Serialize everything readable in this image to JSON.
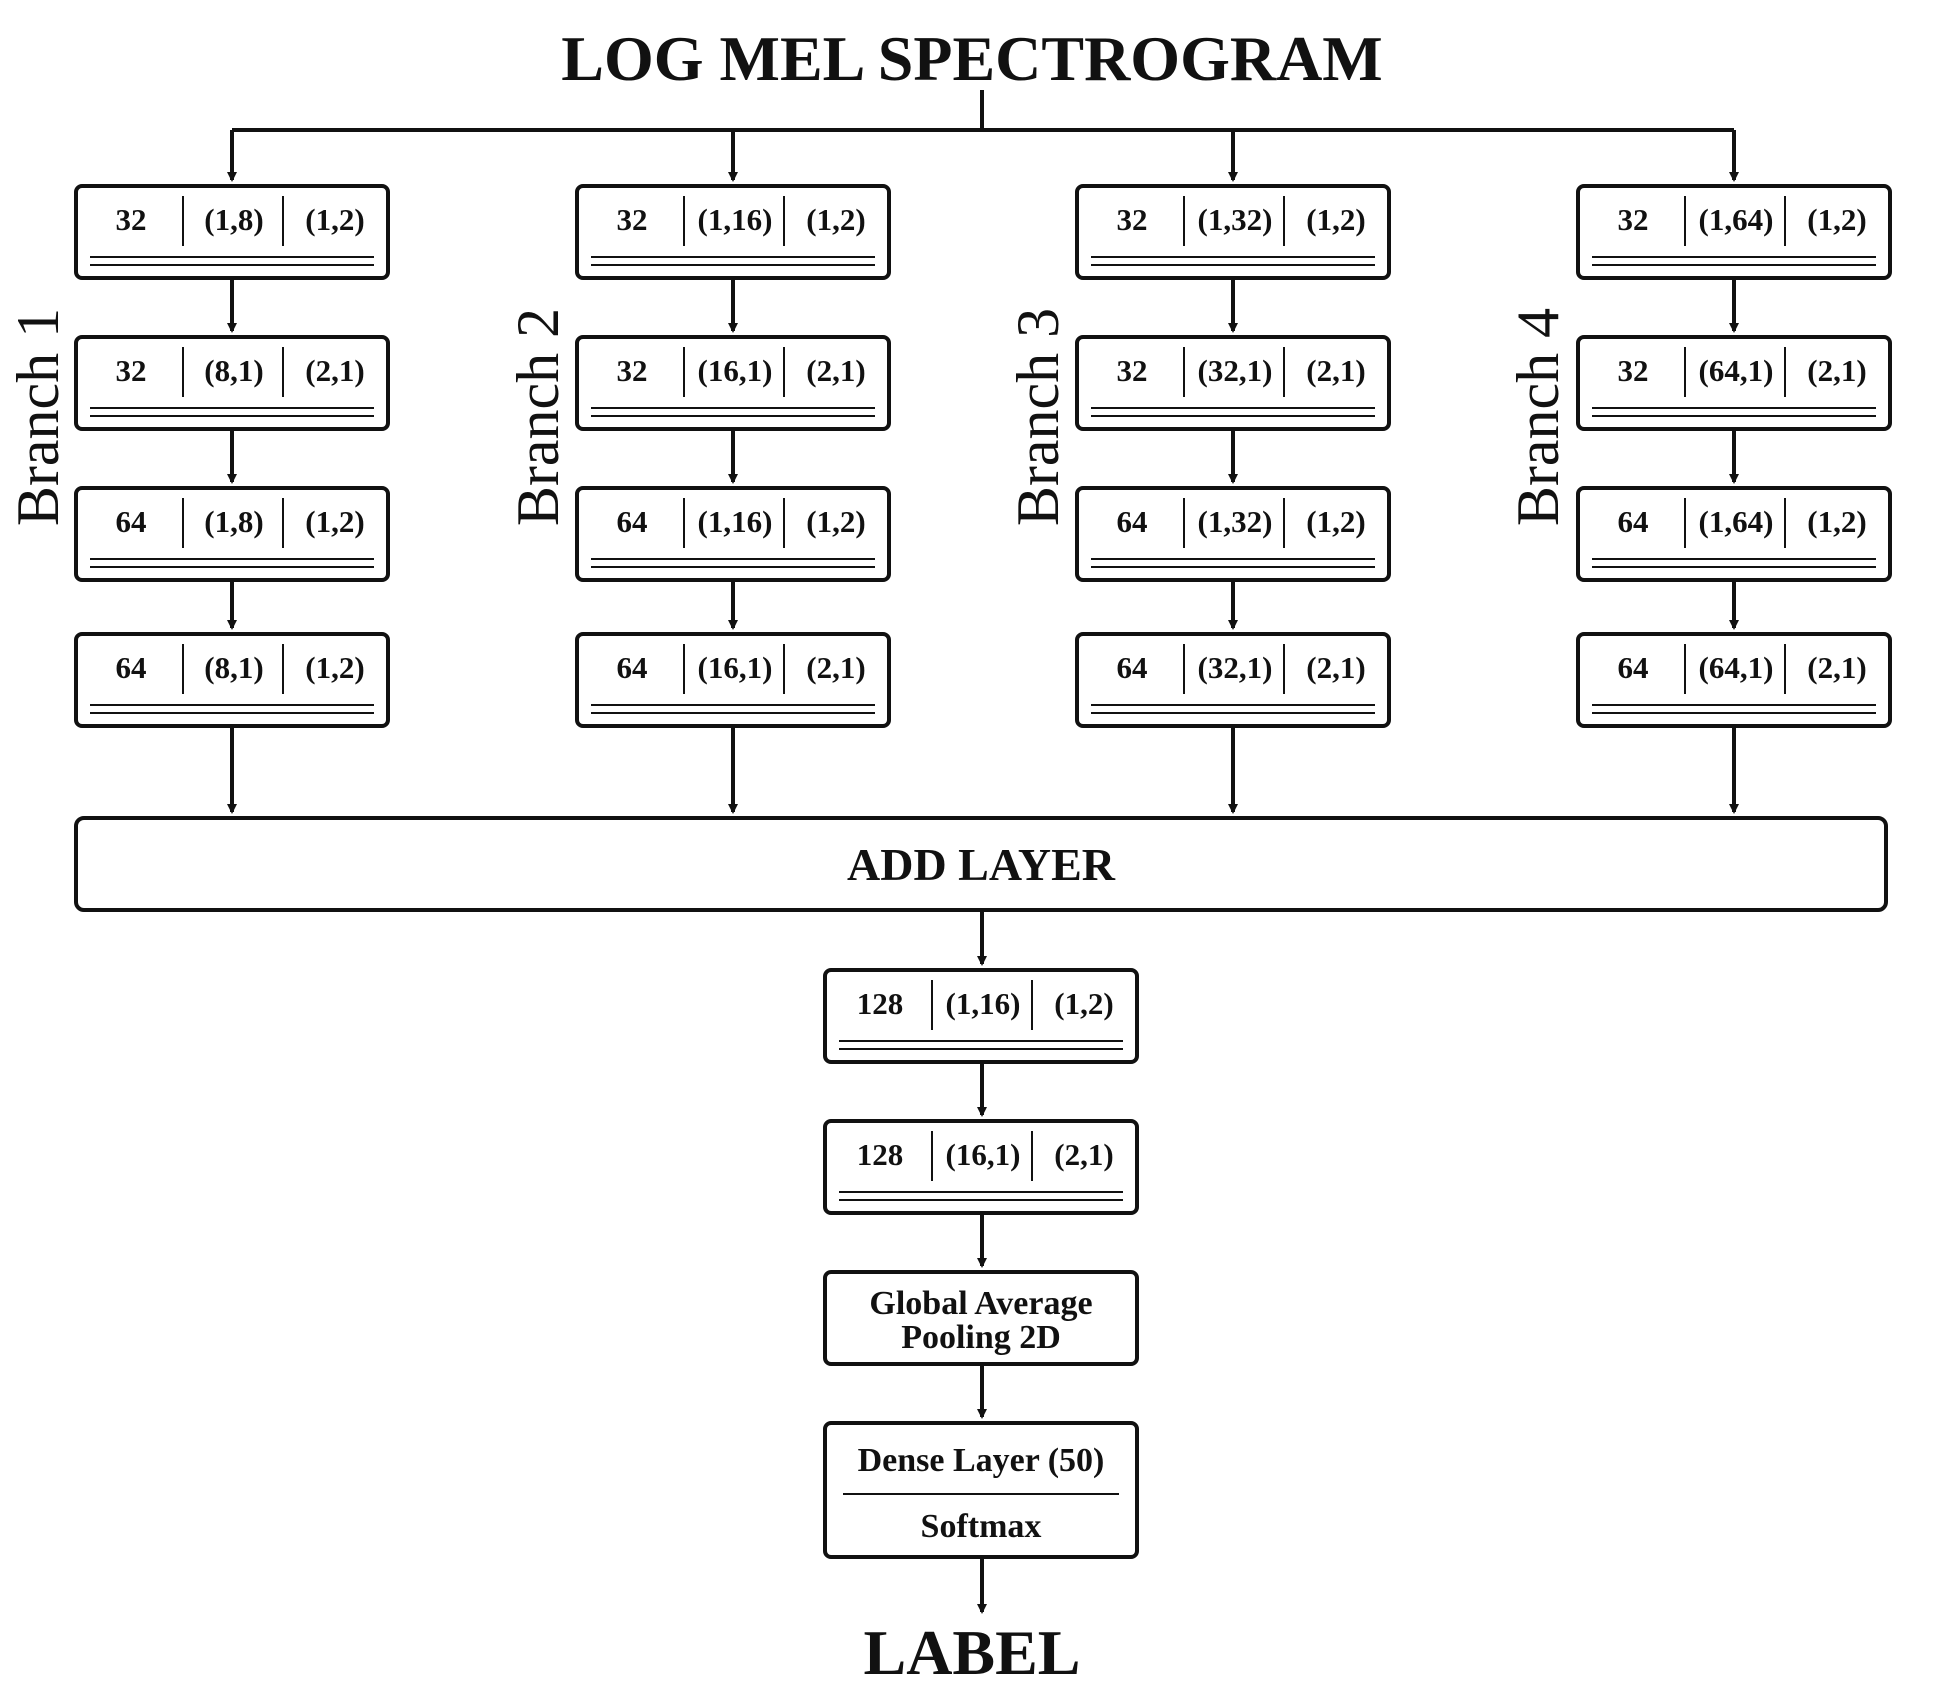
{
  "title": "LOG MEL SPECTROGRAM",
  "output_label": "LABEL",
  "branches": [
    {
      "label": "Branch 1",
      "layers": [
        {
          "filters": "32",
          "kernel": "(1,8)",
          "pool": "(1,2)"
        },
        {
          "filters": "32",
          "kernel": "(8,1)",
          "pool": "(2,1)"
        },
        {
          "filters": "64",
          "kernel": "(1,8)",
          "pool": "(1,2)"
        },
        {
          "filters": "64",
          "kernel": "(8,1)",
          "pool": "(1,2)"
        }
      ]
    },
    {
      "label": "Branch 2",
      "layers": [
        {
          "filters": "32",
          "kernel": "(1,16)",
          "pool": "(1,2)"
        },
        {
          "filters": "32",
          "kernel": "(16,1)",
          "pool": "(2,1)"
        },
        {
          "filters": "64",
          "kernel": "(1,16)",
          "pool": "(1,2)"
        },
        {
          "filters": "64",
          "kernel": "(16,1)",
          "pool": "(2,1)"
        }
      ]
    },
    {
      "label": "Branch 3",
      "layers": [
        {
          "filters": "32",
          "kernel": "(1,32)",
          "pool": "(1,2)"
        },
        {
          "filters": "32",
          "kernel": "(32,1)",
          "pool": "(2,1)"
        },
        {
          "filters": "64",
          "kernel": "(1,32)",
          "pool": "(1,2)"
        },
        {
          "filters": "64",
          "kernel": "(32,1)",
          "pool": "(2,1)"
        }
      ]
    },
    {
      "label": "Branch 4",
      "layers": [
        {
          "filters": "32",
          "kernel": "(1,64)",
          "pool": "(1,2)"
        },
        {
          "filters": "32",
          "kernel": "(64,1)",
          "pool": "(2,1)"
        },
        {
          "filters": "64",
          "kernel": "(1,64)",
          "pool": "(1,2)"
        },
        {
          "filters": "64",
          "kernel": "(64,1)",
          "pool": "(2,1)"
        }
      ]
    }
  ],
  "add_layer": "ADD LAYER",
  "trunk_layers": [
    {
      "filters": "128",
      "kernel": "(1,16)",
      "pool": "(1,2)"
    },
    {
      "filters": "128",
      "kernel": "(16,1)",
      "pool": "(2,1)"
    }
  ],
  "pooling": {
    "line1": "Global Average",
    "line2": "Pooling 2D"
  },
  "dense": {
    "line1": "Dense Layer (50)",
    "line2": "Softmax"
  }
}
